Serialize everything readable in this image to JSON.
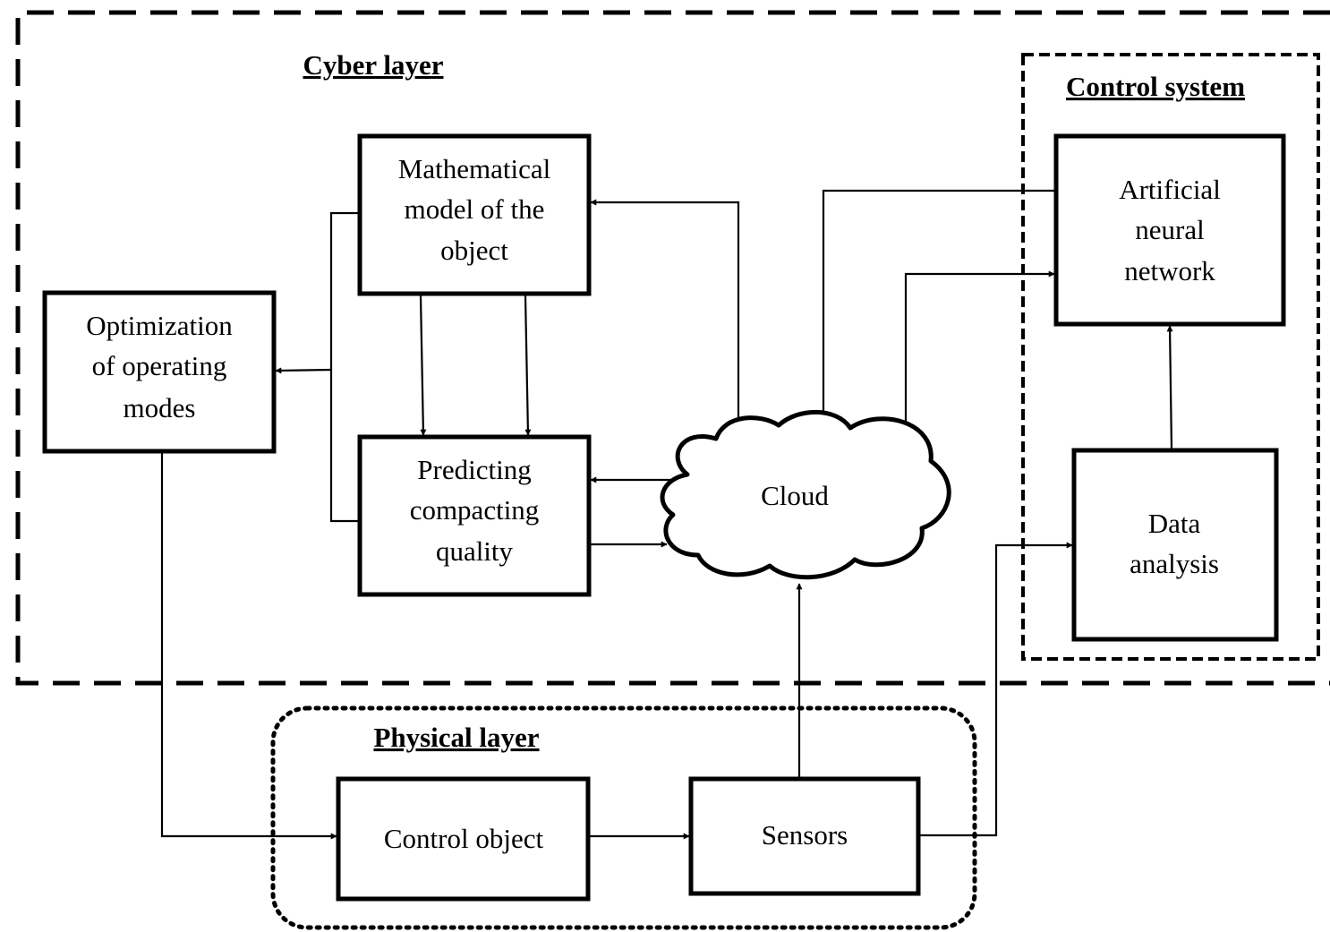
{
  "layers": {
    "cyber": "Cyber layer",
    "control_system": "Control system",
    "physical": "Physical layer"
  },
  "nodes": {
    "math_model": [
      "Mathematical",
      "model of the",
      "object"
    ],
    "optimization": [
      "Optimization",
      "of operating",
      "modes"
    ],
    "predicting": [
      "Predicting",
      "compacting",
      "quality"
    ],
    "cloud": "Cloud",
    "ann": [
      "Artificial",
      "neural",
      "network"
    ],
    "data_analysis": [
      "Data",
      "analysis"
    ],
    "control_object": "Control object",
    "sensors": "Sensors"
  },
  "colors": {
    "stroke": "#000000",
    "background": "#ffffff"
  }
}
